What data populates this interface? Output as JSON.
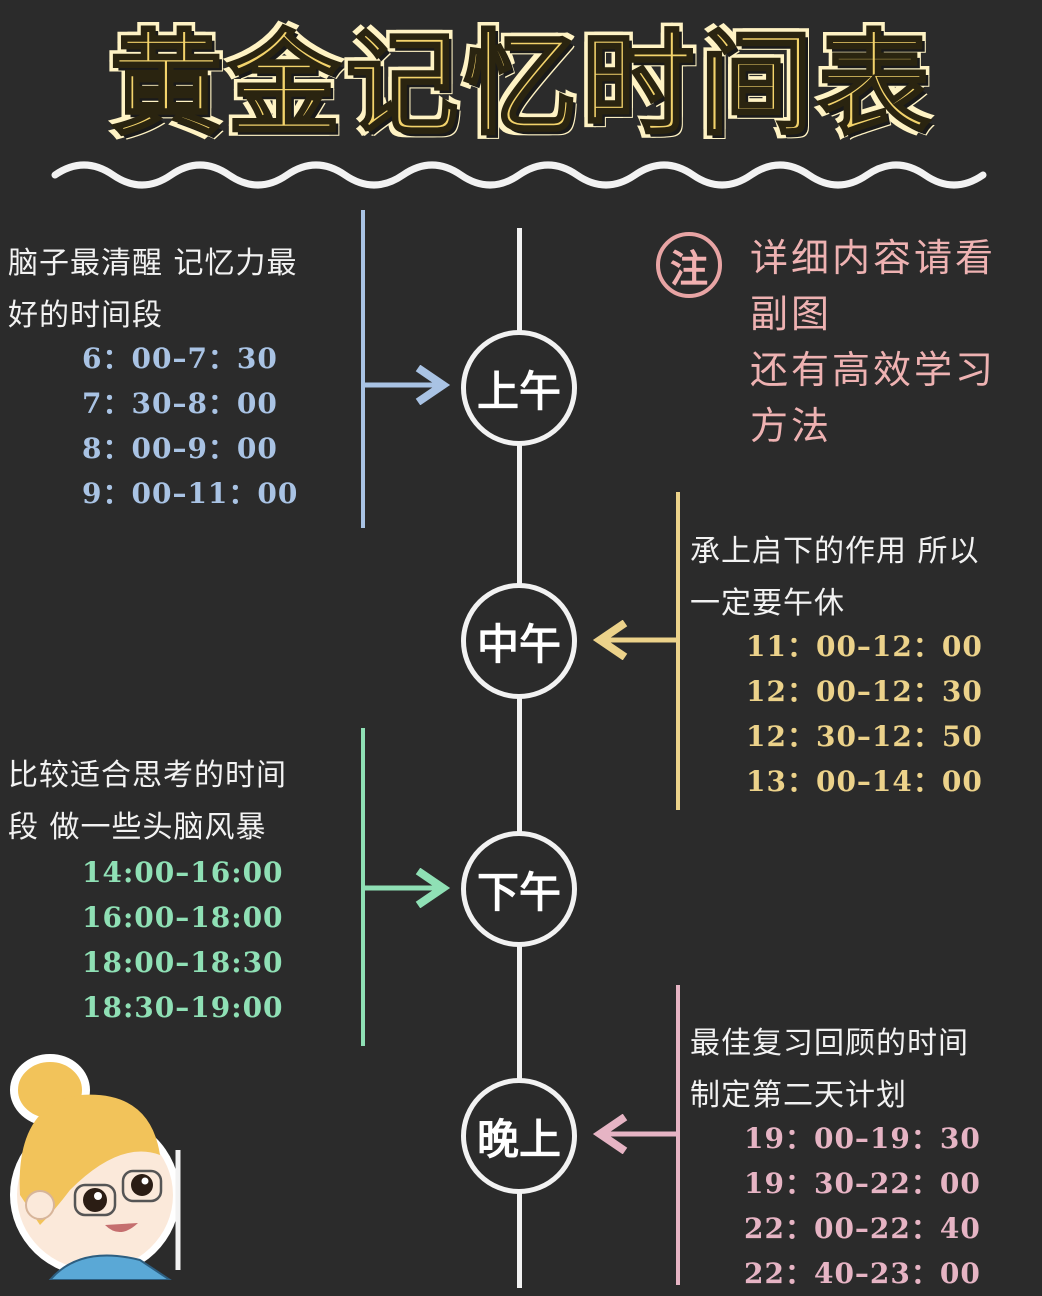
{
  "title": {
    "chars": [
      "黄",
      "金",
      "记",
      "忆",
      "时",
      "间",
      "表"
    ],
    "text": "黄金记忆时间表",
    "color": "#f3d36b"
  },
  "note": {
    "badge": "注",
    "lines": [
      "详细内容请看",
      "副图",
      "还有高效学习",
      "方法"
    ],
    "color": "#eeb2b2"
  },
  "periods": [
    {
      "node": "上午",
      "side": "left",
      "color": "#a9c3e4",
      "desc_lines": [
        "脑子最清醒 记忆力最",
        "好的时间段"
      ],
      "times": [
        "6：00–7：30",
        "7：30–8：00",
        "8：00–9：00",
        "9：00–11：00"
      ]
    },
    {
      "node": "中午",
      "side": "right",
      "color": "#ecd28a",
      "desc_lines": [
        "承上启下的作用 所以",
        "一定要午休"
      ],
      "times": [
        "11：00–12：00",
        "12：00–12：30",
        "12：30–12：50",
        "13：00–14：00"
      ]
    },
    {
      "node": "下午",
      "side": "left",
      "color": "#8fe0b5",
      "desc_lines": [
        "比较适合思考的时间",
        "段 做一些头脑风暴"
      ],
      "times": [
        "14:00–16:00",
        "16:00–18:00",
        "18:00–18:30",
        "18:30–19:00"
      ]
    },
    {
      "node": "晚上",
      "side": "right",
      "color": "#e6b4c4",
      "desc_lines": [
        "最佳复习回顾的时间",
        "制定第二天计划"
      ],
      "times": [
        "19：00–19：30",
        "19：30–22：00",
        "22：00–22：40",
        "22：40–23：00"
      ]
    }
  ],
  "illustration": {
    "name": "teacher-cartoon"
  }
}
